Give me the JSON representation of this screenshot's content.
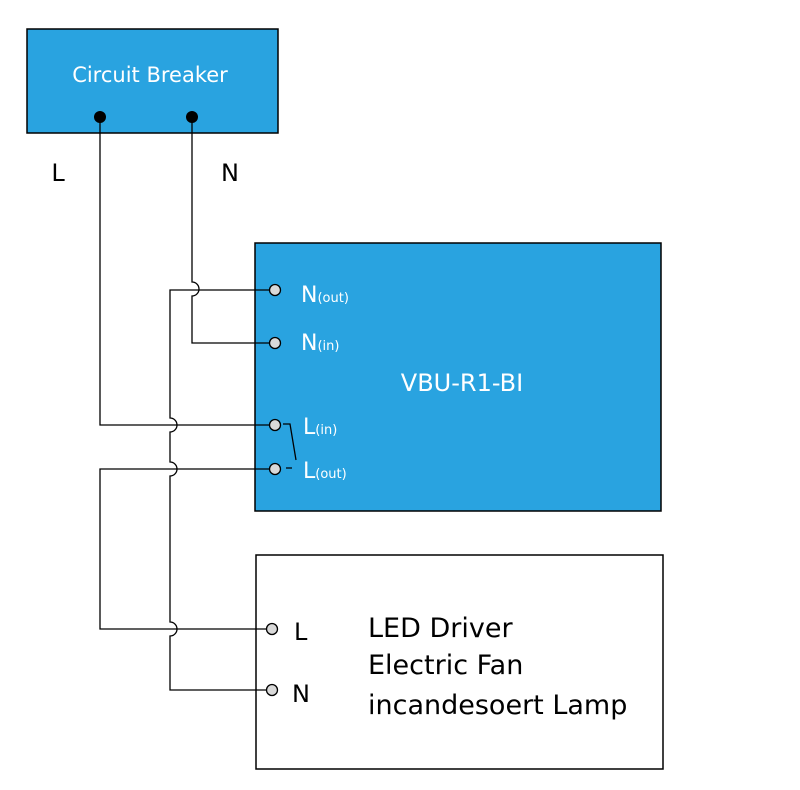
{
  "breaker": {
    "label": "Circuit Breaker",
    "line_label": "L",
    "neutral_label": "N"
  },
  "module": {
    "name": "VBU-R1-BI",
    "terminals": [
      {
        "main": "N",
        "sub": "(out)"
      },
      {
        "main": "N",
        "sub": "(in)"
      },
      {
        "main": "L",
        "sub": "(in)"
      },
      {
        "main": "L",
        "sub": "(out)"
      }
    ]
  },
  "load": {
    "lines": [
      "LED Driver",
      "Electric Fan",
      "incandesoert Lamp"
    ],
    "terminal_l": "L",
    "terminal_n": "N"
  },
  "colors": {
    "box_fill": "#29a3e0",
    "wire": "#000000",
    "terminal_fill": "#d9d9d9"
  }
}
